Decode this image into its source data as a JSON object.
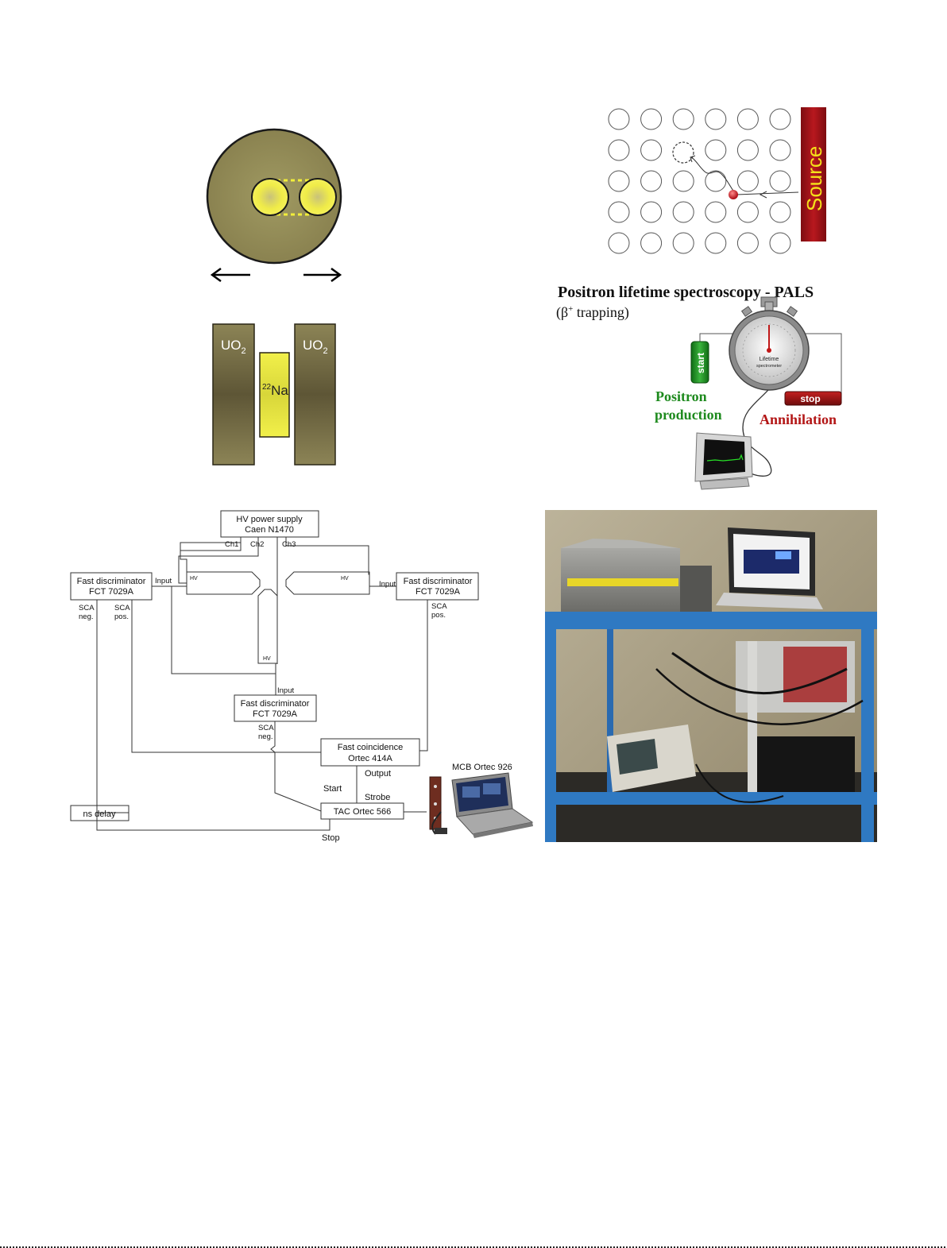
{
  "panel_a": {
    "slab_left_label": "UO",
    "slab_left_sub": "2",
    "slab_right_label": "UO",
    "slab_right_sub": "2",
    "source_sup": "22",
    "source_label": "Na"
  },
  "panel_b": {
    "source_label": "Source",
    "title": "Positron lifetime spectroscopy - PALS",
    "subtitle_open": "(β",
    "subtitle_sup": "+",
    "subtitle_rest": " trapping)",
    "start_label": "start",
    "stop_label": "stop",
    "stopwatch_line1": "Lifetime",
    "stopwatch_line2": "spectrometer",
    "production_line1": "Positron",
    "production_line2": "production",
    "annihilation_label": "Annihilation",
    "colors": {
      "green": "#1e8a1e",
      "red": "#b31616",
      "source_red": "#a3141a",
      "source_text": "#f4e11a"
    }
  },
  "panel_c": {
    "hv_supply_line1": "HV power supply",
    "hv_supply_line2": "Caen N1470",
    "ch1": "Ch1",
    "ch2": "Ch2",
    "ch3": "Ch3",
    "fd_left_line1": "Fast discriminator",
    "fd_left_line2": "FCT 7029A",
    "fd_right_line1": "Fast discriminator",
    "fd_right_line2": "FCT 7029A",
    "fd_bottom_line1": "Fast discriminator",
    "fd_bottom_line2": "FCT 7029A",
    "input_left": "Input",
    "input_right": "Input",
    "input_bottom": "Input",
    "hv": "HV",
    "sca": "SCA",
    "neg": "neg.",
    "pos": "pos.",
    "coinc_line1": "Fast coincidence",
    "coinc_line2": "Ortec 414A",
    "output": "Output",
    "start": "Start",
    "strobe": "Strobe",
    "stop": "Stop",
    "tac": "TAC Ortec 566",
    "ns_delay": "ns delay",
    "mcb": "MCB Ortec 926"
  },
  "panel_d": {
    "photo_alt": "Photograph of PALS measurement setup on a blue cart"
  }
}
